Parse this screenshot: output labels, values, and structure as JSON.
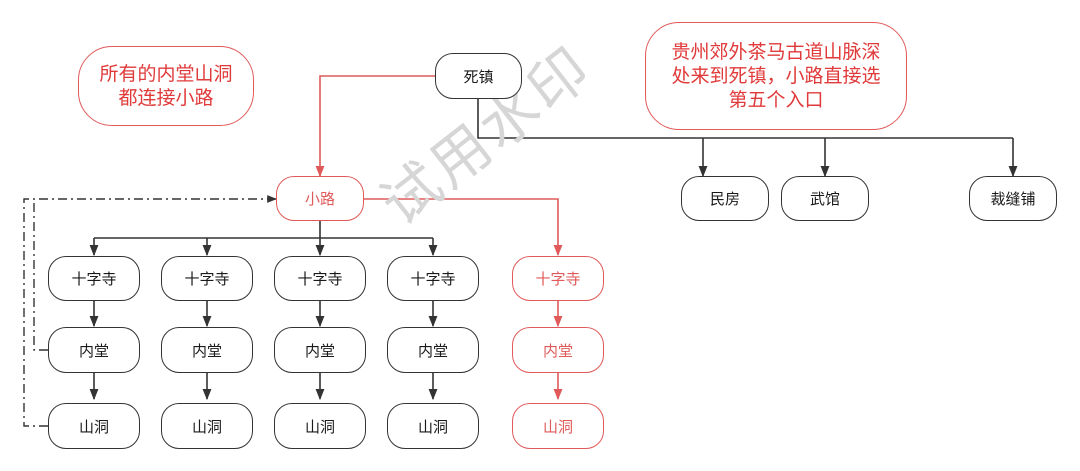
{
  "notes": {
    "left_line1": "所有的内堂山洞",
    "left_line2": "都连接小路",
    "right_line1": "贵州郊外茶马古道山脉深",
    "right_line2": "处来到死镇，小路直接选",
    "right_line3": "第五个入口"
  },
  "root": {
    "label": "死镇"
  },
  "branches": {
    "minfang": "民房",
    "wuguan": "武馆",
    "caifengpu": "裁缝铺"
  },
  "path": {
    "label": "小路"
  },
  "columns": [
    {
      "temple": "十字寺",
      "hall": "内堂",
      "cave": "山洞",
      "highlight": false
    },
    {
      "temple": "十字寺",
      "hall": "内堂",
      "cave": "山洞",
      "highlight": false
    },
    {
      "temple": "十字寺",
      "hall": "内堂",
      "cave": "山洞",
      "highlight": false
    },
    {
      "temple": "十字寺",
      "hall": "内堂",
      "cave": "山洞",
      "highlight": false
    },
    {
      "temple": "十字寺",
      "hall": "内堂",
      "cave": "山洞",
      "highlight": true
    }
  ],
  "watermark": "试用水印",
  "colors": {
    "highlight": "#e05a5a",
    "line": "#333333"
  }
}
